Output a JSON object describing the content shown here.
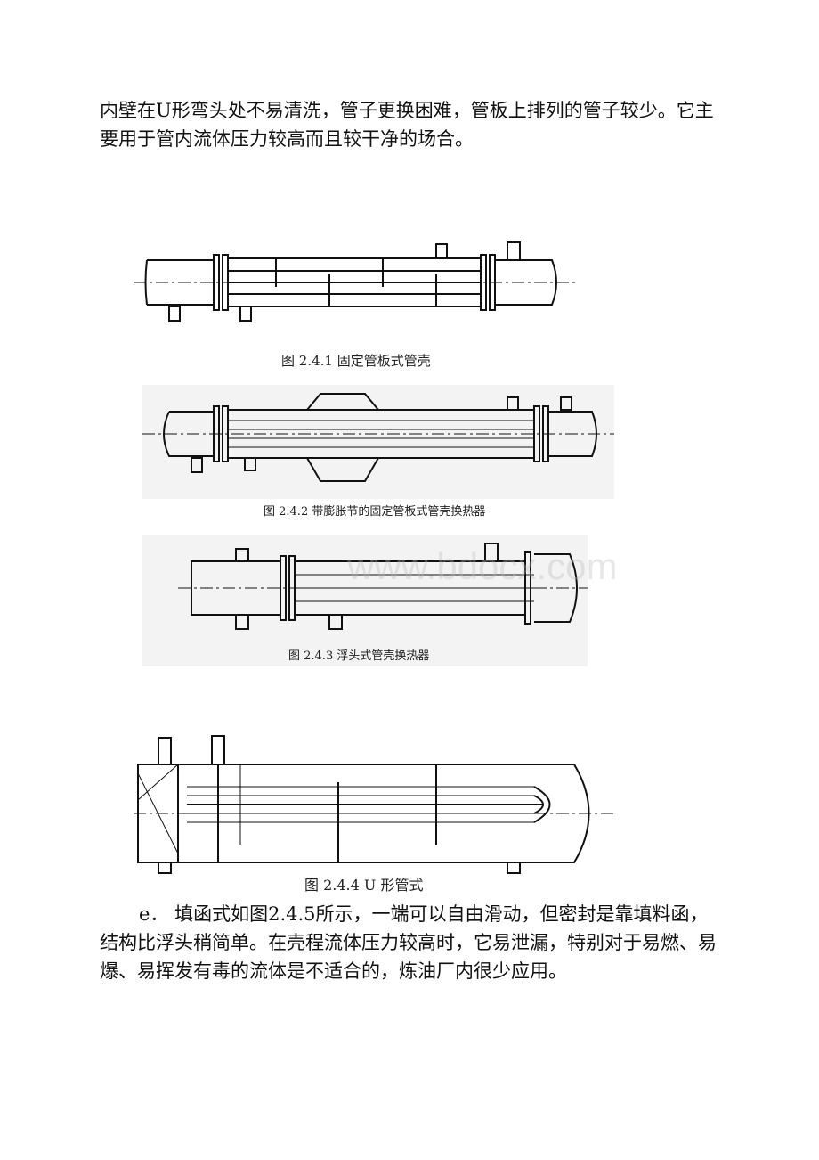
{
  "text": {
    "para1": "内壁在U形弯头处不易清洗，管子更换困难，管板上排列的管子较少。它主要用于管内流体压力较高而且较干净的场合。",
    "para2_lead": "e． 填函式如图2.4.5所示，一端可以自由滑动，但密封是靠填料函，结构比浮头稍简单。在壳程流体压力较高时，它易泄漏，特别对于易燃、易爆、易挥发有毒的流体是不适合的，炼油厂内很少应用。"
  },
  "figures": {
    "fig1_caption": "图 2.4.1 固定管板式管壳",
    "fig2_caption": "图 2.4.2 带膨胀节的固定管板式管壳换热器",
    "fig3_caption": "图 2.4.3 浮头式管壳换热器",
    "fig4_caption": "图 2.4.4 U 形管式"
  },
  "watermark": "www.bdocx.com"
}
